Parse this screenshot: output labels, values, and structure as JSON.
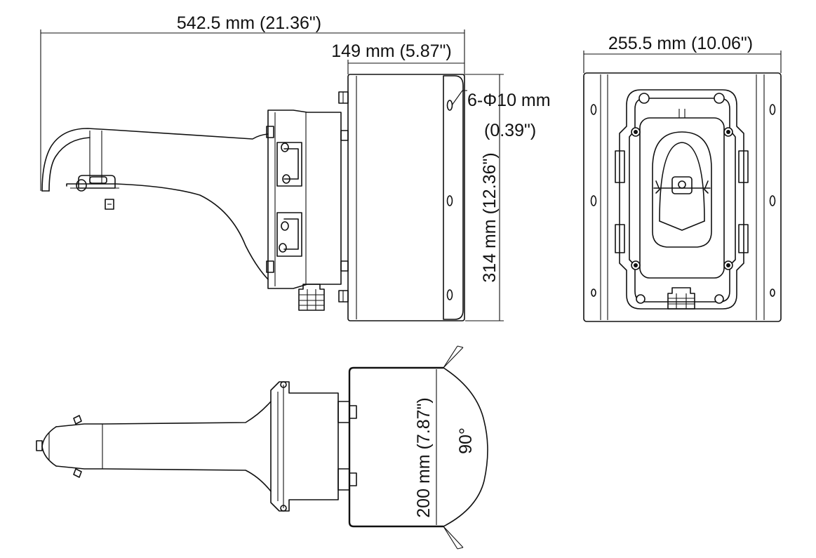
{
  "side_view": {
    "total_length": "542.5 mm (21.36\")",
    "depth": "149 mm (5.87\")",
    "height": "314 mm (12.36\")",
    "hole_spec_line1": "6-Φ10 mm",
    "hole_spec_line2": "(0.39\")"
  },
  "front_view": {
    "width": "255.5 mm (10.06\")"
  },
  "top_view": {
    "clamp_width": "200 mm (7.87\")",
    "angle": "90°"
  },
  "colors": {
    "line": "#111111",
    "background": "#ffffff"
  }
}
